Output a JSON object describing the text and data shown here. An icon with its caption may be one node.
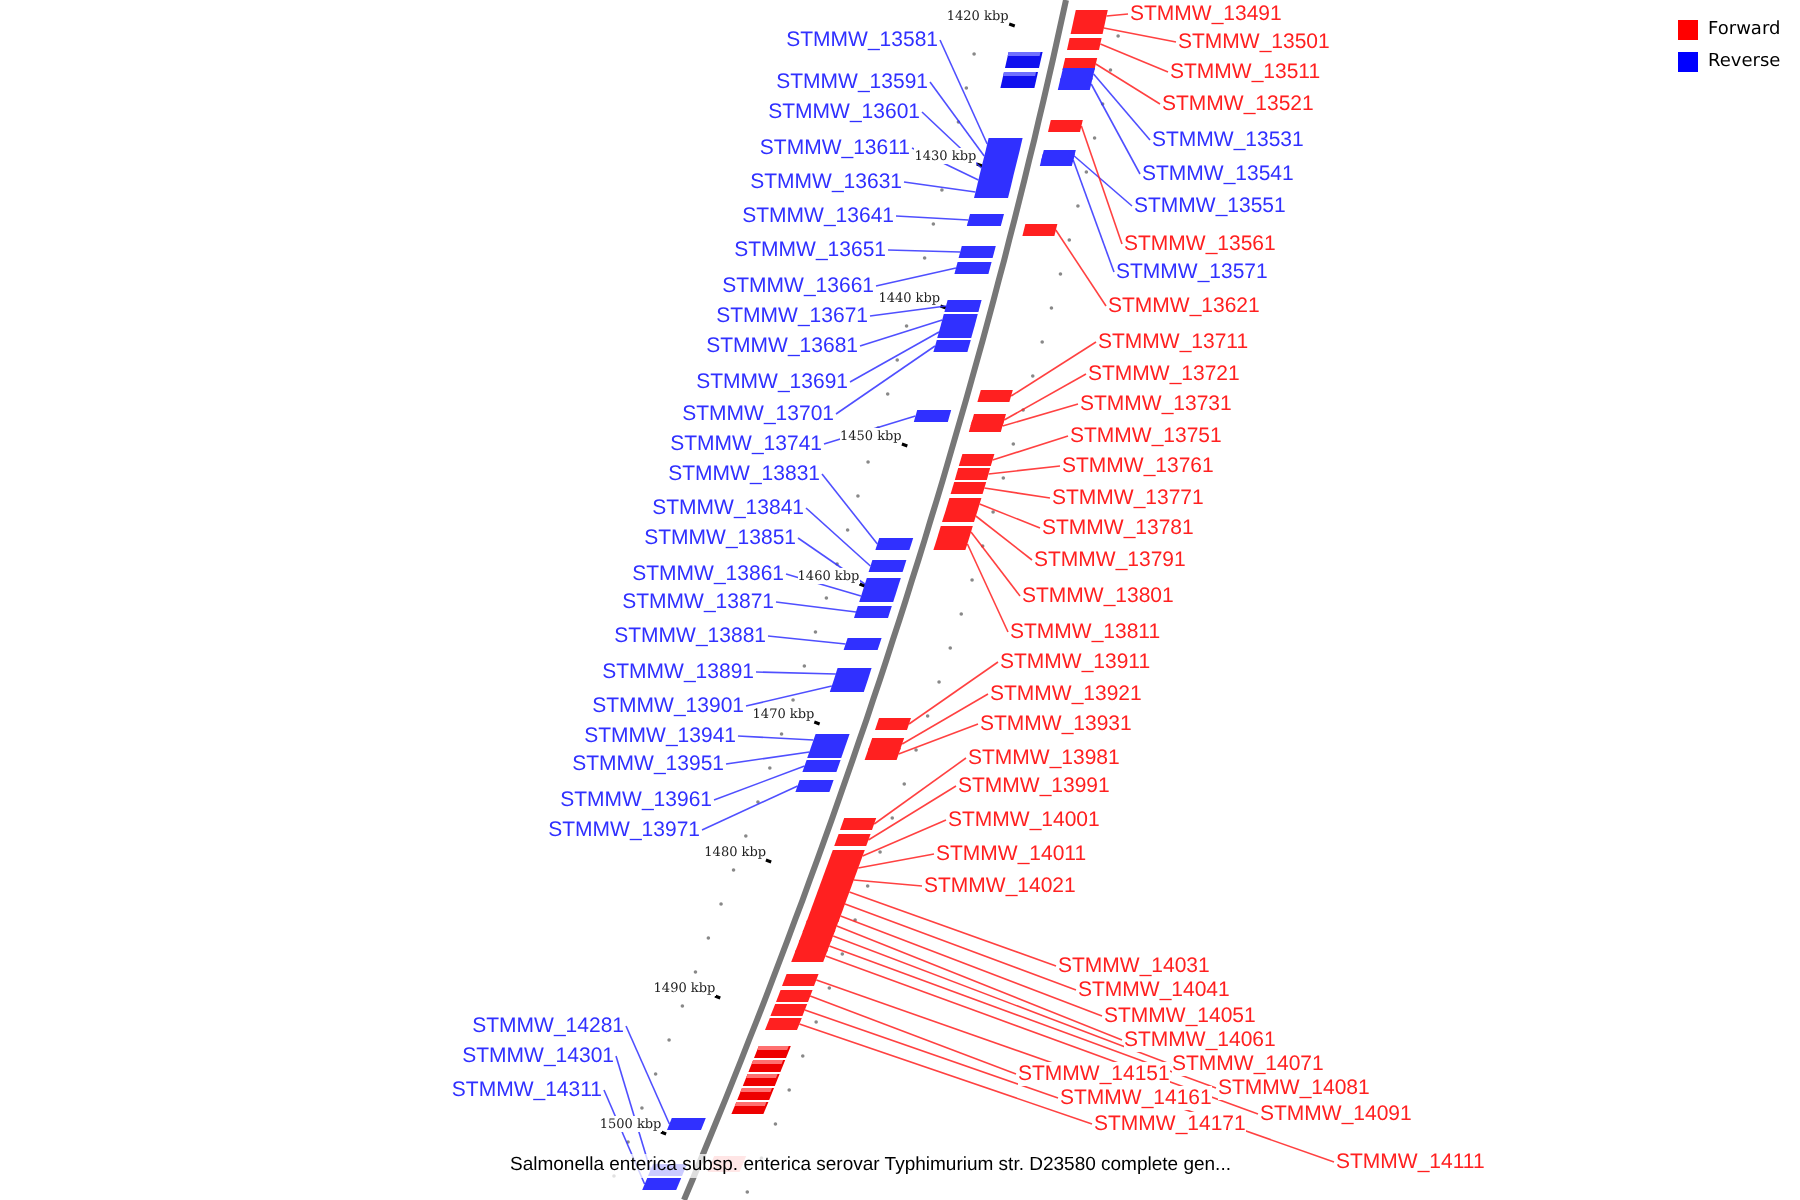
{
  "diagram": {
    "caption": "Salmonella enterica subsp. enterica serovar Typhimurium str. D23580 complete gen...",
    "nodes": [
      {
        "text": [
          "STMMW_13581"
        ]
      },
      {
        "text": [
          "STMMW_13591"
        ]
      },
      {
        "text": [
          "STMMW_13601"
        ]
      },
      {
        "text": [
          "STMMW_13611"
        ]
      },
      {
        "text": [
          "STMMW_13631"
        ]
      },
      {
        "text": [
          "STMMW_13641"
        ]
      },
      {
        "text": [
          "STMMW_13651"
        ]
      },
      {
        "text": [
          "STMMW_13661"
        ]
      },
      {
        "text": [
          "STMMW_13671"
        ]
      },
      {
        "text": [
          "STMMW_13681"
        ]
      },
      {
        "text": [
          "STMMW_13691"
        ]
      },
      {
        "text": [
          "STMMW_13701"
        ]
      },
      {
        "text": [
          "STMMW_13741"
        ]
      },
      {
        "text": [
          "STMMW_13831"
        ]
      },
      {
        "text": [
          "STMMW_13841"
        ]
      },
      {
        "text": [
          "STMMW_13851"
        ]
      },
      {
        "text": [
          "STMMW_13861"
        ]
      },
      {
        "text": [
          "STMMW_13871"
        ]
      },
      {
        "text": [
          "STMMW_13881"
        ]
      },
      {
        "text": [
          "STMMW_13891"
        ]
      },
      {
        "text": [
          "STMMW_13901"
        ]
      },
      {
        "text": [
          "STMMW_13941"
        ]
      },
      {
        "text": [
          "STMMW_13951"
        ]
      },
      {
        "text": [
          "STMMW_13961"
        ]
      },
      {
        "text": [
          "STMMW_13971"
        ]
      },
      {
        "text": [
          "STMMW_14281"
        ]
      },
      {
        "text": [
          "STMMW_14301"
        ]
      },
      {
        "text": [
          "STMMW_14311"
        ]
      },
      {
        "text": [
          "STMMW_13491"
        ]
      },
      {
        "text": [
          "STMMW_13501"
        ]
      },
      {
        "text": [
          "STMMW_13511"
        ]
      },
      {
        "text": [
          "STMMW_13521"
        ]
      },
      {
        "text": [
          "STMMW_13531"
        ]
      },
      {
        "text": [
          "STMMW_13541"
        ]
      },
      {
        "text": [
          "STMMW_13551"
        ]
      },
      {
        "text": [
          "STMMW_13561"
        ]
      },
      {
        "text": [
          "STMMW_13571"
        ]
      },
      {
        "text": [
          "STMMW_13621"
        ]
      },
      {
        "text": [
          "STMMW_13711"
        ]
      },
      {
        "text": [
          "STMMW_13721"
        ]
      },
      {
        "text": [
          "STMMW_13731"
        ]
      },
      {
        "text": [
          "STMMW_13751"
        ]
      },
      {
        "text": [
          "STMMW_13761"
        ]
      },
      {
        "text": [
          "STMMW_13771"
        ]
      },
      {
        "text": [
          "STMMW_13781"
        ]
      },
      {
        "text": [
          "STMMW_13791"
        ]
      },
      {
        "text": [
          "STMMW_13801"
        ]
      },
      {
        "text": [
          "STMMW_13811"
        ]
      },
      {
        "text": [
          "STMMW_13911"
        ]
      },
      {
        "text": [
          "STMMW_13921"
        ]
      },
      {
        "text": [
          "STMMW_13931"
        ]
      },
      {
        "text": [
          "STMMW_13981"
        ]
      },
      {
        "text": [
          "STMMW_13991"
        ]
      },
      {
        "text": [
          "STMMW_14001"
        ]
      },
      {
        "text": [
          "STMMW_14011"
        ]
      },
      {
        "text": [
          "STMMW_14021"
        ]
      },
      {
        "text": [
          "STMMW_14031"
        ]
      },
      {
        "text": [
          "STMMW_14041"
        ]
      },
      {
        "text": [
          "STMMW_14051"
        ]
      },
      {
        "text": [
          "STMMW_14061"
        ]
      },
      {
        "text": [
          "STMMW_14071"
        ]
      },
      {
        "text": [
          "STMMW_14081"
        ]
      },
      {
        "text": [
          "STMMW_14091"
        ]
      },
      {
        "text": [
          "STMMW_14111"
        ]
      },
      {
        "text": [
          "STMMW_14151"
        ]
      },
      {
        "text": [
          "STMMW_14161"
        ]
      },
      {
        "text": [
          "STMMW_14171"
        ]
      },
      {
        "text": [],
        "shape": "bar"
      },
      {
        "text": [],
        "shape": "bar"
      },
      {
        "text": [],
        "shape": "bar"
      },
      {
        "text": [],
        "shape": "bar"
      },
      {
        "text": [],
        "shape": "bar"
      },
      {
        "text": [],
        "shape": "bar"
      },
      {
        "text": [],
        "shape": "bar"
      },
      {
        "text": [],
        "shape": "bar"
      },
      {
        "text": [],
        "shape": "bar"
      },
      {
        "text": [],
        "shape": "bar"
      },
      {
        "text": [],
        "shape": "bar"
      },
      {
        "text": [],
        "shape": "bar"
      },
      {
        "text": [],
        "shape": "bar"
      },
      {
        "text": [],
        "shape": "bar"
      },
      {
        "text": [],
        "shape": "bar"
      },
      {
        "text": [],
        "shape": "bar"
      },
      {
        "text": [],
        "shape": "bar"
      },
      {
        "text": [],
        "shape": "bar"
      },
      {
        "text": [],
        "shape": "bar"
      },
      {
        "text": [],
        "shape": "bar"
      },
      {
        "text": [],
        "shape": "bar"
      },
      {
        "text": [],
        "shape": "bar"
      },
      {
        "text": [],
        "shape": "bar"
      },
      {
        "text": [],
        "shape": "bar"
      },
      {
        "text": [],
        "shape": "bar"
      },
      {
        "text": [],
        "shape": "bar"
      },
      {
        "text": [],
        "shape": "bar"
      },
      {
        "text": [],
        "shape": "bar"
      },
      {
        "text": [],
        "shape": "bar"
      },
      {
        "text": [],
        "shape": "bar"
      },
      {
        "text": [],
        "shape": "bar"
      },
      {
        "text": [],
        "shape": "bar"
      },
      {
        "text": [],
        "shape": "bar"
      },
      {
        "text": [],
        "shape": "bar"
      },
      {
        "text": [],
        "shape": "bar"
      },
      {
        "text": [],
        "shape": "bar"
      },
      {
        "text": [],
        "shape": "bar"
      },
      {
        "text": [],
        "shape": "bar"
      },
      {
        "text": [],
        "shape": "bar"
      },
      {
        "text": [],
        "shape": "bar"
      },
      {
        "text": [],
        "shape": "bar"
      },
      {
        "text": [],
        "shape": "bar"
      },
      {
        "text": [],
        "shape": "bar"
      },
      {
        "text": [],
        "shape": "bar"
      },
      {
        "text": [],
        "shape": "bar"
      },
      {
        "text": [],
        "shape": "bar"
      },
      {
        "text": [],
        "shape": "bar"
      },
      {
        "text": [],
        "shape": "bar"
      },
      {
        "text": [],
        "shape": "bar"
      },
      {
        "text": [],
        "shape": "bar"
      },
      {
        "text": [],
        "shape": "bar"
      },
      {
        "text": [],
        "shape": "bar"
      },
      {
        "text": [],
        "shape": "bar"
      },
      {
        "text": [],
        "shape": "bar"
      },
      {
        "text": [],
        "shape": "bar"
      },
      {
        "text": [],
        "shape": "bar"
      },
      {
        "text": [],
        "shape": "bar"
      },
      {
        "text": [],
        "shape": "bar"
      },
      {
        "text": [],
        "shape": "bar"
      },
      {
        "text": [],
        "shape": "bar"
      },
      {
        "text": [],
        "shape": "bar"
      },
      {
        "text": [],
        "shape": "bar"
      },
      {
        "text": [],
        "shape": "bar"
      },
      {
        "text": [],
        "shape": "bar"
      },
      {
        "text": [],
        "shape": "bar"
      },
      {
        "text": [],
        "shape": "bar"
      },
      {
        "text": [],
        "shape": "bar"
      }
    ],
    "edges": [
      {
        "from": 0,
        "to": 67,
        "arrow": "none",
        "color": "#3030ff"
      },
      {
        "from": 1,
        "to": 68,
        "arrow": "none",
        "color": "#3030ff"
      },
      {
        "from": 2,
        "to": 69,
        "arrow": "none",
        "color": "#3030ff"
      },
      {
        "from": 3,
        "to": 70,
        "arrow": "none",
        "color": "#3030ff"
      },
      {
        "from": 4,
        "to": 71,
        "arrow": "none",
        "color": "#3030ff"
      },
      {
        "from": 5,
        "to": 72,
        "arrow": "none",
        "color": "#3030ff"
      },
      {
        "from": 6,
        "to": 73,
        "arrow": "none",
        "color": "#3030ff"
      },
      {
        "from": 7,
        "to": 74,
        "arrow": "none",
        "color": "#3030ff"
      },
      {
        "from": 8,
        "to": 75,
        "arrow": "none",
        "color": "#3030ff"
      },
      {
        "from": 9,
        "to": 76,
        "arrow": "none",
        "color": "#3030ff"
      },
      {
        "from": 10,
        "to": 77,
        "arrow": "none",
        "color": "#3030ff"
      },
      {
        "from": 11,
        "to": 78,
        "arrow": "none",
        "color": "#3030ff"
      },
      {
        "from": 12,
        "to": 79,
        "arrow": "none",
        "color": "#3030ff"
      },
      {
        "from": 13,
        "to": 80,
        "arrow": "none",
        "color": "#3030ff"
      },
      {
        "from": 14,
        "to": 81,
        "arrow": "none",
        "color": "#3030ff"
      },
      {
        "from": 15,
        "to": 82,
        "arrow": "none",
        "color": "#3030ff"
      },
      {
        "from": 16,
        "to": 83,
        "arrow": "none",
        "color": "#3030ff"
      },
      {
        "from": 17,
        "to": 84,
        "arrow": "none",
        "color": "#3030ff"
      },
      {
        "from": 18,
        "to": 85,
        "arrow": "none",
        "color": "#3030ff"
      },
      {
        "from": 19,
        "to": 86,
        "arrow": "none",
        "color": "#3030ff"
      },
      {
        "from": 20,
        "to": 87,
        "arrow": "none",
        "color": "#3030ff"
      },
      {
        "from": 21,
        "to": 88,
        "arrow": "none",
        "color": "#3030ff"
      },
      {
        "from": 22,
        "to": 89,
        "arrow": "none",
        "color": "#3030ff"
      },
      {
        "from": 23,
        "to": 90,
        "arrow": "none",
        "color": "#3030ff"
      },
      {
        "from": 24,
        "to": 91,
        "arrow": "none",
        "color": "#3030ff"
      },
      {
        "from": 25,
        "to": 92,
        "arrow": "none",
        "color": "#3030ff"
      },
      {
        "from": 26,
        "to": 93,
        "arrow": "none",
        "color": "#3030ff"
      },
      {
        "from": 27,
        "to": 94,
        "arrow": "none",
        "color": "#3030ff"
      },
      {
        "from": 28,
        "to": 95,
        "arrow": "none"
      },
      {
        "from": 29,
        "to": 96,
        "arrow": "none"
      },
      {
        "from": 30,
        "to": 97,
        "arrow": "none"
      },
      {
        "from": 31,
        "to": 98,
        "arrow": "none"
      },
      {
        "from": 32,
        "to": 99,
        "arrow": "none",
        "color": "#3030ff"
      },
      {
        "from": 33,
        "to": 100,
        "arrow": "none",
        "color": "#3030ff"
      },
      {
        "from": 34,
        "to": 101,
        "arrow": "none",
        "color": "#3030ff"
      },
      {
        "from": 35,
        "to": 102,
        "arrow": "none"
      },
      {
        "from": 36,
        "to": 103,
        "arrow": "none",
        "color": "#3030ff"
      },
      {
        "from": 37,
        "to": 104,
        "arrow": "none"
      },
      {
        "from": 38,
        "to": 105,
        "arrow": "none"
      },
      {
        "from": 39,
        "to": 106,
        "arrow": "none"
      },
      {
        "from": 40,
        "to": 107,
        "arrow": "none"
      },
      {
        "from": 41,
        "to": 108,
        "arrow": "none"
      },
      {
        "from": 42,
        "to": 109,
        "arrow": "none"
      },
      {
        "from": 43,
        "to": 110,
        "arrow": "none"
      },
      {
        "from": 44,
        "to": 111,
        "arrow": "none"
      },
      {
        "from": 45,
        "to": 112,
        "arrow": "none"
      },
      {
        "from": 46,
        "to": 113,
        "arrow": "none"
      },
      {
        "from": 47,
        "to": 114,
        "arrow": "none"
      },
      {
        "from": 48,
        "to": 115,
        "arrow": "none"
      },
      {
        "from": 49,
        "to": 116,
        "arrow": "none"
      },
      {
        "from": 50,
        "to": 117,
        "arrow": "none"
      },
      {
        "from": 51,
        "to": 118,
        "arrow": "none"
      },
      {
        "from": 52,
        "to": 119,
        "arrow": "none"
      },
      {
        "from": 53,
        "to": 120,
        "arrow": "none"
      },
      {
        "from": 54,
        "to": 121,
        "arrow": "none"
      },
      {
        "from": 55,
        "to": 122,
        "arrow": "none"
      },
      {
        "from": 56,
        "to": 123,
        "arrow": "none"
      },
      {
        "from": 57,
        "to": 124,
        "arrow": "none"
      },
      {
        "from": 58,
        "to": 125,
        "arrow": "none"
      },
      {
        "from": 59,
        "to": 126,
        "arrow": "none"
      },
      {
        "from": 60,
        "to": 127,
        "arrow": "none"
      },
      {
        "from": 61,
        "to": 128,
        "arrow": "none"
      },
      {
        "from": 62,
        "to": 129,
        "arrow": "none"
      },
      {
        "from": 63,
        "to": 130,
        "arrow": "none"
      },
      {
        "from": 64,
        "to": 131,
        "arrow": "none"
      },
      {
        "from": 65,
        "to": 132,
        "arrow": "none"
      },
      {
        "from": 66,
        "to": 133,
        "arrow": "none"
      }
    ],
    "labels": [
      "1420 kbp",
      "1430 kbp",
      "1440 kbp",
      "1450 kbp",
      "1460 kbp",
      "1470 kbp",
      "1480 kbp",
      "1490 kbp",
      "1500 kbp"
    ],
    "legend": [
      {
        "text": "Forward",
        "color": "#ff0000"
      },
      {
        "text": "Reverse",
        "color": "#0000ff"
      }
    ]
  }
}
